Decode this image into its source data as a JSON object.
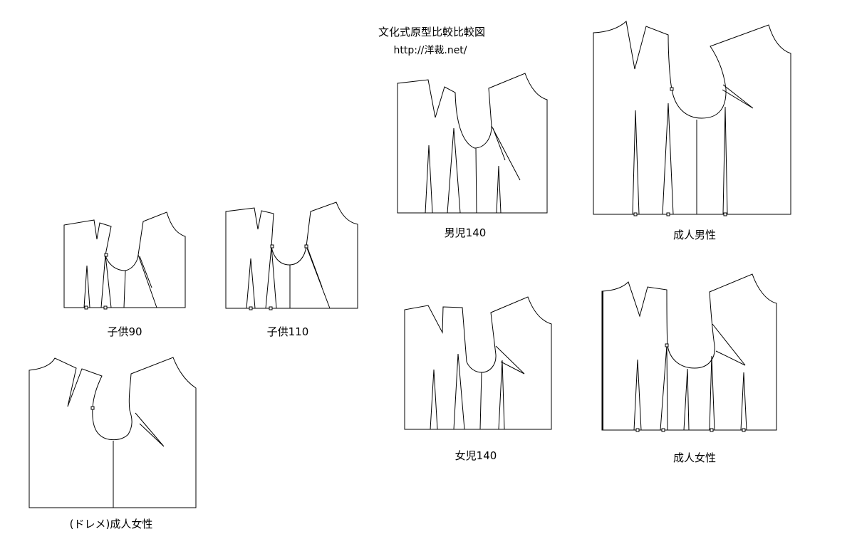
{
  "header": {
    "title": "文化式原型比較比較図",
    "url": "http://洋裁.net/"
  },
  "patterns": {
    "child90": {
      "label": "子供90"
    },
    "child110": {
      "label": "子供110"
    },
    "doreme_adult_female": {
      "label": "(ドレメ)成人女性"
    },
    "boy140": {
      "label": "男児140"
    },
    "girl140": {
      "label": "女児140"
    },
    "adult_male": {
      "label": "成人男性"
    },
    "adult_female": {
      "label": "成人女性"
    }
  }
}
